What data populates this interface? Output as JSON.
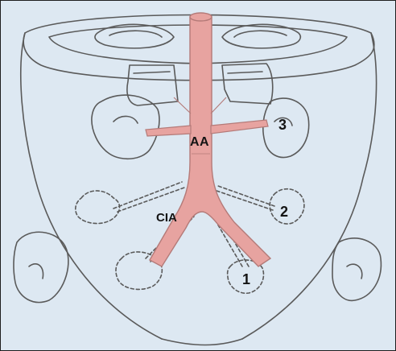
{
  "figure": {
    "labels": {
      "aorta": "AA",
      "iliac": "CIA",
      "site_3": "3",
      "site_2": "2",
      "site_1": "1"
    },
    "colors": {
      "background": "#dde8f2",
      "line": "#5a5a5a",
      "vessel_fill": "#e7a3a0",
      "vessel_stroke": "#b47a78",
      "label": "#141414"
    }
  }
}
